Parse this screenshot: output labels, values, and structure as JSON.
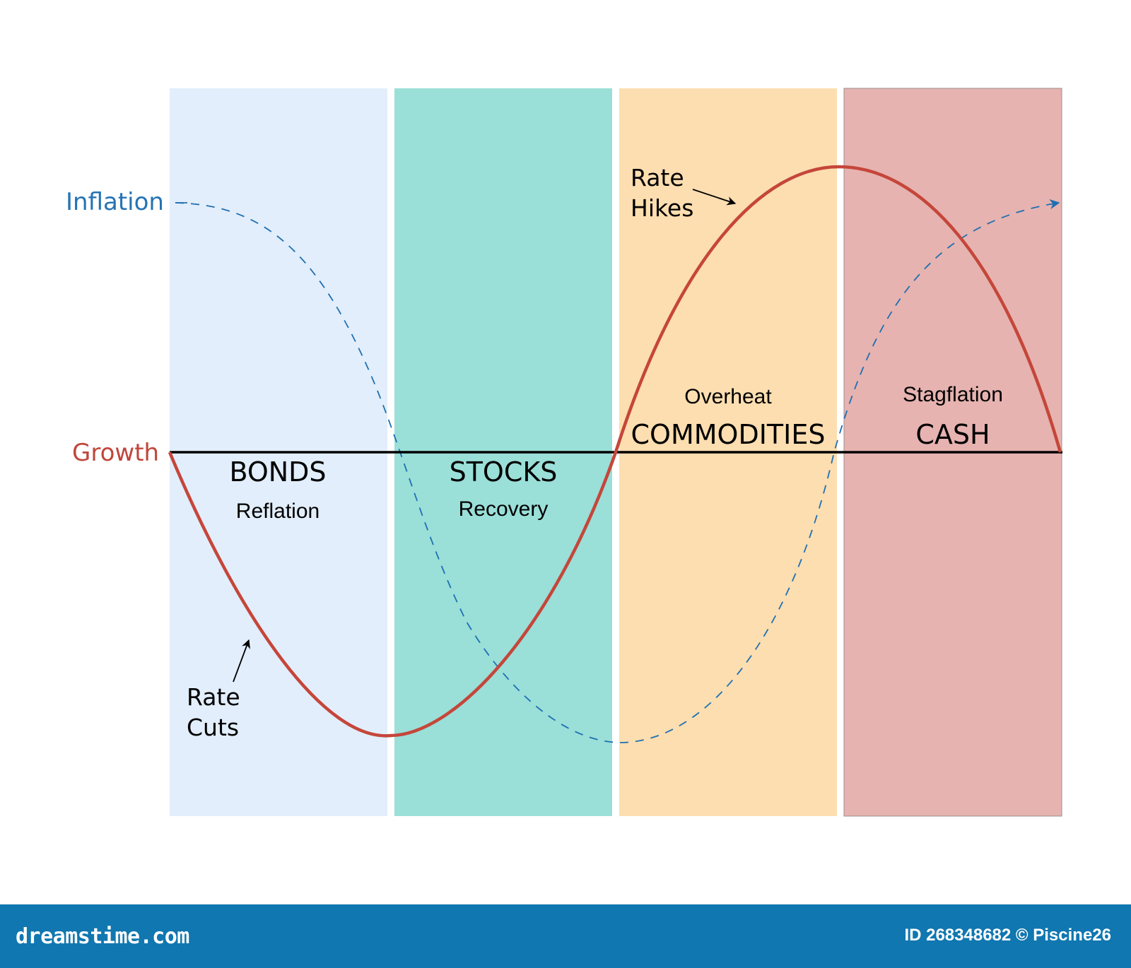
{
  "labels": {
    "inflation": "Inflation",
    "growth": "Growth",
    "rate_hikes_1": "Rate",
    "rate_hikes_2": "Hikes",
    "rate_cuts_1": "Rate",
    "rate_cuts_2": "Cuts"
  },
  "phases": [
    {
      "asset": "BONDS",
      "phase": "Reflation",
      "color": "#e2eefb"
    },
    {
      "asset": "STOCKS",
      "phase": "Recovery",
      "color": "#9adfd8"
    },
    {
      "asset": "COMMODITIES",
      "phase": "Overheat",
      "color": "#fcdeb0"
    },
    {
      "asset": "CASH",
      "phase": "Stagflation",
      "color": "#e6b3b0"
    }
  ],
  "colors": {
    "growth_curve": "#c5463a",
    "inflation_curve": "#1f6fb2",
    "inflation_label": "#2673b3",
    "growth_label": "#c0463b",
    "footer_bg": "#1077b0"
  },
  "footer": {
    "logo": "dreamstime.com",
    "id_text": "ID 268348682 © Piscine26"
  }
}
